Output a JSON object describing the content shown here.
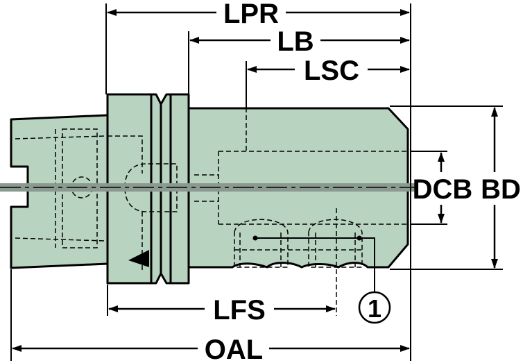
{
  "labels": {
    "lpr": "LPR",
    "lb": "LB",
    "lsc": "LSC",
    "dcb": "DCB",
    "bd": "BD",
    "lfs": "LFS",
    "oal": "OAL",
    "callout": "1"
  },
  "colors": {
    "body": "#b9d3c1",
    "axis": "#8a9a90",
    "line": "#000000"
  }
}
